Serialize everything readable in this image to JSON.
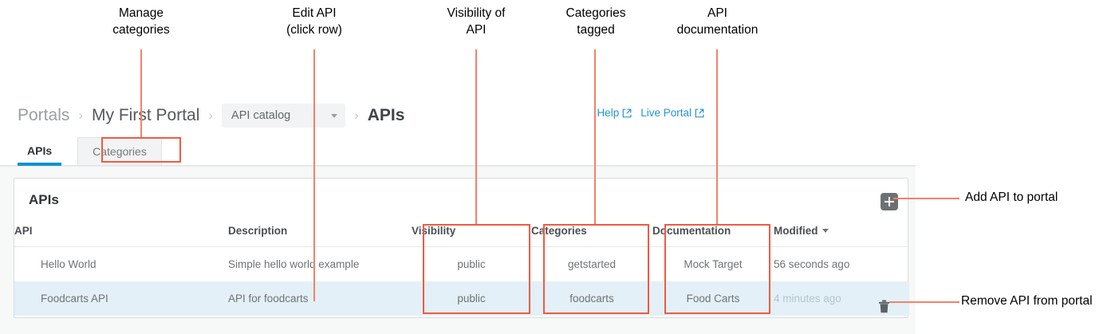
{
  "annotations": [
    {
      "id": "manage-categories",
      "text": "Manage\ncategories",
      "line1": "Manage",
      "line2": "categories"
    },
    {
      "id": "edit-api",
      "text": "Edit API\n(click row)",
      "line1": "Edit API",
      "line2": "(click row)"
    },
    {
      "id": "visibility-of-api",
      "line1": "Visibility of",
      "line2": "API"
    },
    {
      "id": "categories-tagged",
      "line1": "Categories",
      "line2": "tagged"
    },
    {
      "id": "api-documentation",
      "line1": "API",
      "line2": "documentation"
    },
    {
      "id": "add-api-to-portal",
      "line1": "Add API to portal",
      "line2": ""
    },
    {
      "id": "remove-api-from-portal",
      "line1": "Remove API from portal",
      "line2": ""
    }
  ],
  "colors": {
    "annotation": "#f4816a",
    "annotation_box": "#f15a42",
    "accent_blue": "#1191cf",
    "link_blue": "#2196d3",
    "row_selected": "#e3f0f7",
    "panel_bg": "#f7f8f8",
    "add_button_bg": "#6e7173"
  },
  "breadcrumb": {
    "items": [
      {
        "label": "Portals",
        "type": "link"
      },
      {
        "label": "My First Portal",
        "type": "link"
      }
    ],
    "separator": "›",
    "select": {
      "value": "API catalog",
      "icon": "chevron-down-icon"
    },
    "current": "APIs"
  },
  "header_links": [
    {
      "label": "Help",
      "icon": "external-link-icon"
    },
    {
      "label": "Live Portal",
      "icon": "external-link-icon"
    }
  ],
  "tabs": [
    {
      "label": "APIs",
      "active": true
    },
    {
      "label": "Categories",
      "active": false
    }
  ],
  "card": {
    "title": "APIs",
    "add_button": {
      "icon": "plus-icon",
      "label": ""
    },
    "delete_button": {
      "icon": "trash-icon",
      "label": ""
    }
  },
  "table": {
    "columns": [
      {
        "key": "api",
        "label": "API"
      },
      {
        "key": "description",
        "label": "Description"
      },
      {
        "key": "visibility",
        "label": "Visibility"
      },
      {
        "key": "categories",
        "label": "Categories"
      },
      {
        "key": "documentation",
        "label": "Documentation"
      },
      {
        "key": "modified",
        "label": "Modified",
        "sorted": true,
        "sort_icon": "caret-down-icon"
      }
    ],
    "rows": [
      {
        "api": "Hello World",
        "description": "Simple hello world example",
        "visibility": "public",
        "categories": "getstarted",
        "documentation": "Mock Target",
        "modified": "56 seconds ago",
        "selected": false
      },
      {
        "api": "Foodcarts API",
        "description": "API for foodcarts",
        "visibility": "public",
        "categories": "foodcarts",
        "documentation": "Food Carts",
        "modified": "4 minutes ago",
        "selected": true
      }
    ]
  }
}
